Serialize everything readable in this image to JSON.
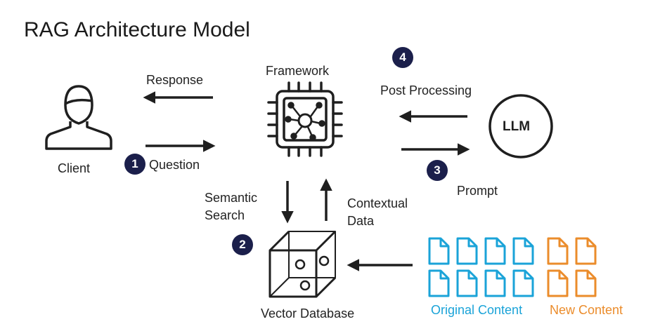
{
  "title": "RAG Architecture Model",
  "nodes": {
    "client": "Client",
    "framework": "Framework",
    "llm": "LLM",
    "vector_db": "Vector Database"
  },
  "edges": {
    "response": "Response",
    "question": "Question",
    "post_processing": "Post Processing",
    "prompt": "Prompt",
    "semantic_search_1": "Semantic",
    "semantic_search_2": "Search",
    "contextual_data_1": "Contextual",
    "contextual_data_2": "Data"
  },
  "steps": [
    "1",
    "2",
    "3",
    "4"
  ],
  "content": {
    "original": "Original Content",
    "new": "New Content"
  },
  "colors": {
    "badge": "#1b1f4b",
    "original": "#1aa3d8",
    "new": "#eb8c2b",
    "ink": "#1f1f1f"
  }
}
